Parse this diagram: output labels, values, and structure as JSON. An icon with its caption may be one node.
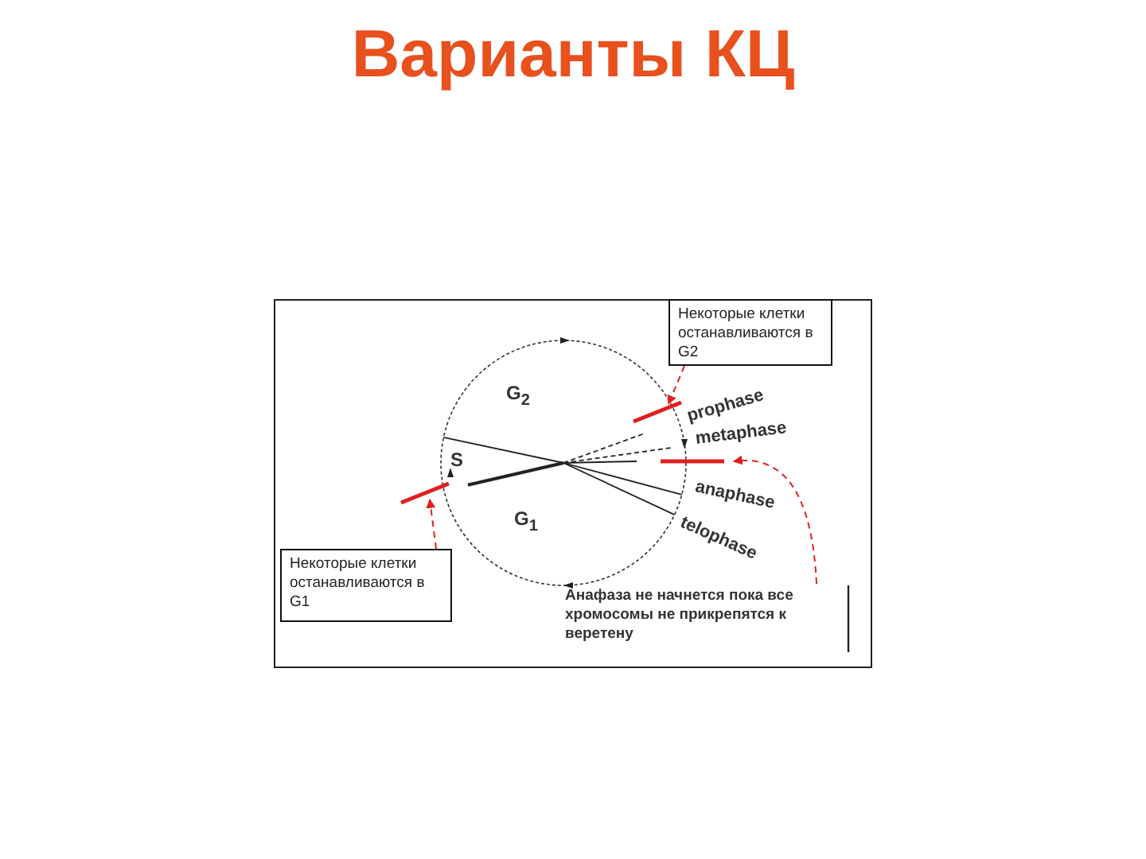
{
  "diagram": {
    "title": "Варианты КЦ",
    "nodes": [
      {
        "text": [
          "Некоторые клетки останавливаются в G2"
        ]
      },
      {
        "text": [
          "Некоторые клетки останавливаются в G1"
        ]
      },
      {
        "text": [
          "Анафаза не начнется пока все хромосомы не прикрепятся к веретену"
        ]
      },
      {
        "text": [],
        "shape": "bar"
      },
      {
        "text": [],
        "shape": "bar"
      },
      {
        "text": [],
        "shape": "bar"
      }
    ],
    "edges": [
      {
        "from": 0,
        "to": 3,
        "arrow": "to",
        "style": "dashed",
        "color": "#e02020"
      },
      {
        "from": 1,
        "to": 4,
        "arrow": "to",
        "style": "dashed",
        "color": "#e02020"
      },
      {
        "from": 2,
        "to": 5,
        "arrow": "to",
        "style": "dashed",
        "color": "#e02020"
      }
    ],
    "labels": [
      "G$_{2}$",
      "S",
      "G$_{1}$",
      "prophase",
      "metaphase",
      "anaphase",
      "telophase"
    ]
  }
}
